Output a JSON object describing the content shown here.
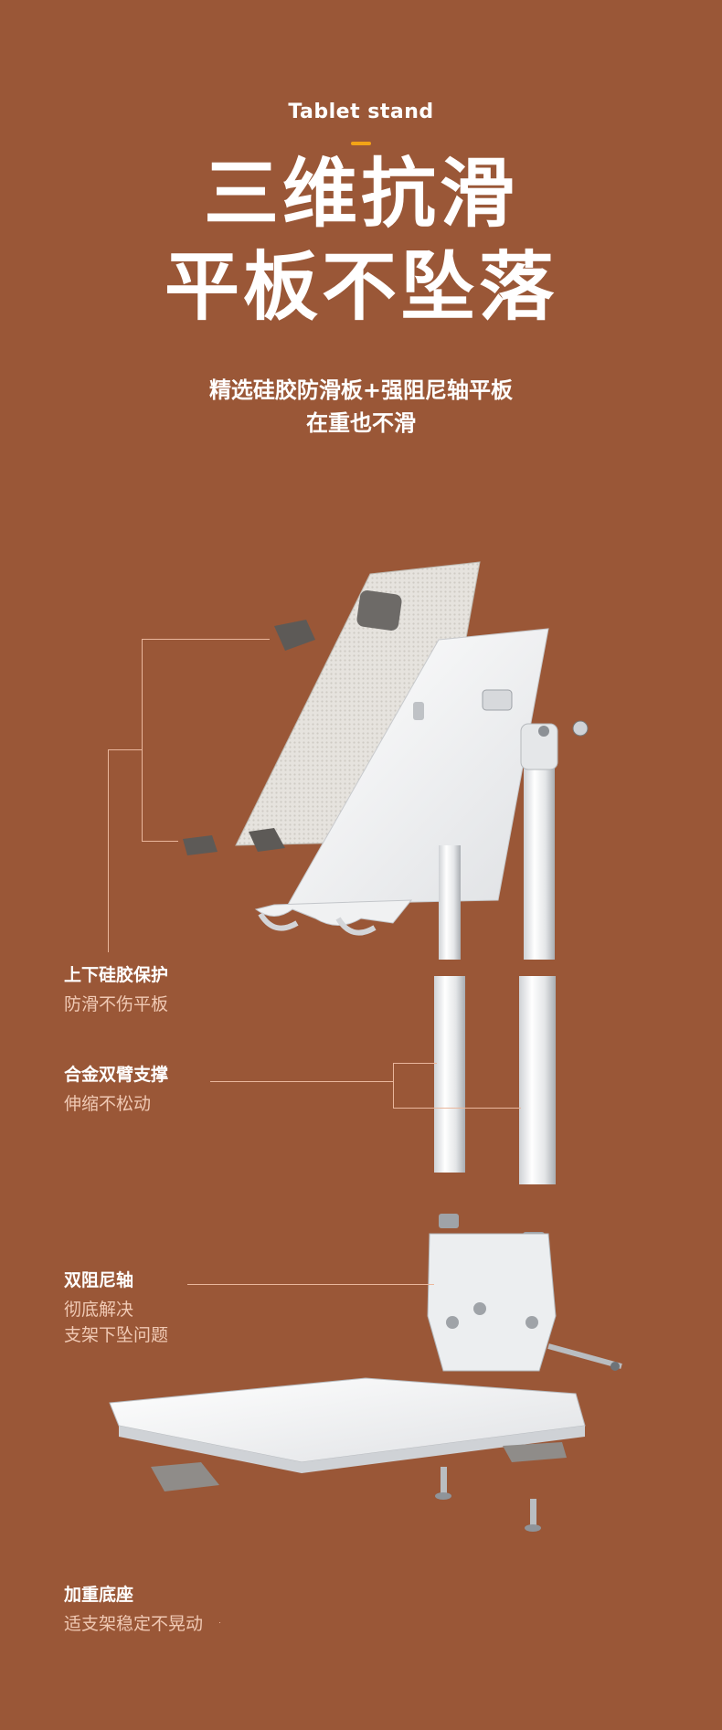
{
  "header": {
    "eyebrow": "Tablet stand",
    "headline_line1": "三维抗滑",
    "headline_line2": "平板不坠落",
    "subline_line1": "精选硅胶防滑板+强阻尼轴平板",
    "subline_line2": "在重也不滑"
  },
  "callouts": [
    {
      "title": "上下硅胶保护",
      "desc": [
        "防滑不伤平板"
      ]
    },
    {
      "title": "合金双臂支撑",
      "desc": [
        "伸缩不松动"
      ]
    },
    {
      "title": "双阻尼轴",
      "desc": [
        "彻底解决",
        "支架下坠问题"
      ]
    },
    {
      "title": "加重底座",
      "desc": [
        "适支架稳定不晃动"
      ]
    }
  ],
  "colors": {
    "background": "#9a5737",
    "accent": "#f3a316",
    "text": "#ffffff",
    "desc_text": "#f0c9b4"
  }
}
